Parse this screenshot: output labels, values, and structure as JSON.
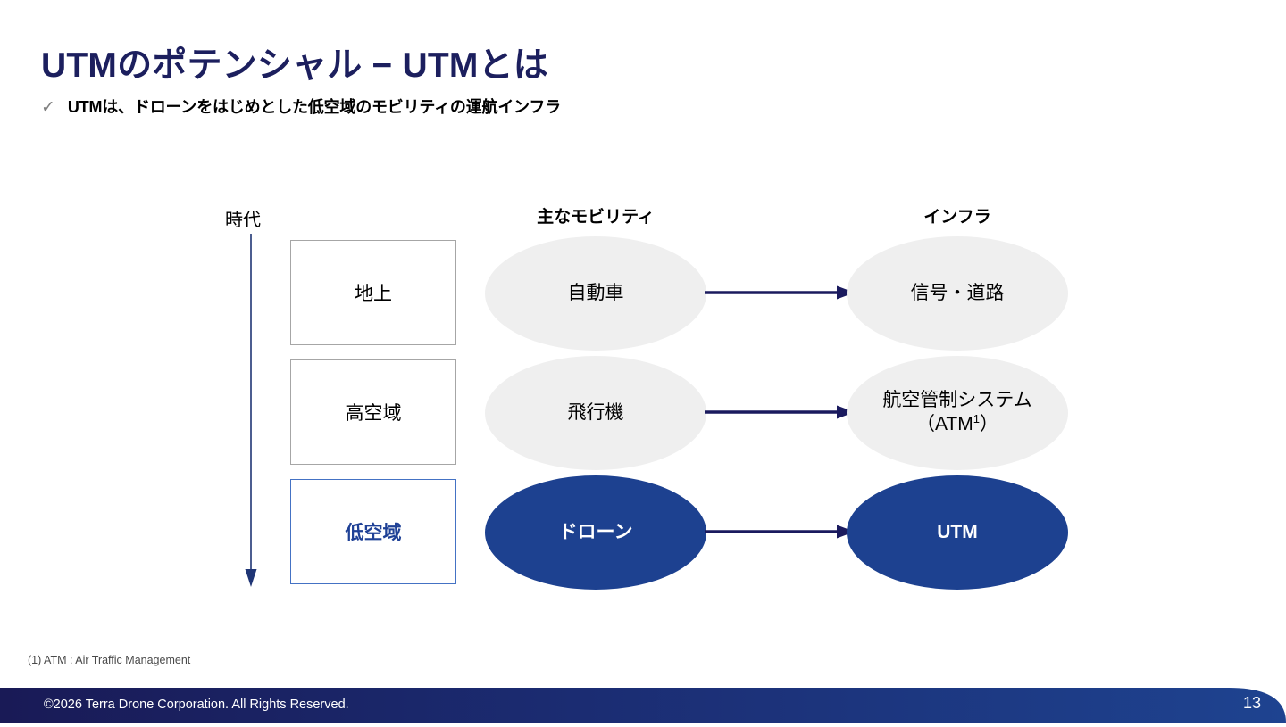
{
  "slide": {
    "title": "UTMのポテンシャル − UTMとは",
    "subtitle": {
      "check_icon": "check-icon",
      "text": "UTMは、ドローンをはじめとした低空域のモビリティの運航インフラ"
    }
  },
  "diagram": {
    "headers": {
      "era": "時代",
      "mobility": "主なモビリティ",
      "infrastructure": "インフラ"
    },
    "rows": [
      {
        "era": "地上",
        "mobility": "自動車",
        "infrastructure": "信号・道路",
        "infrastructure_footnote": "",
        "highlighted": false
      },
      {
        "era": "高空域",
        "mobility": "飛行機",
        "infrastructure_line1": "航空管制システム",
        "infrastructure_line2_prefix": "（ATM",
        "infrastructure_line2_sup": "1",
        "infrastructure_line2_suffix": "）",
        "highlighted": false
      },
      {
        "era": "低空域",
        "mobility": "ドローン",
        "infrastructure": "UTM",
        "highlighted": true
      }
    ],
    "timeline_arrow_icon": "down-arrow-icon",
    "flow_arrow_icon": "right-arrow-icon"
  },
  "footnote": "(1)  ATM : Air Traffic Management",
  "footer": {
    "copyright": "©2026 Terra Drone Corporation. All Rights Reserved.",
    "page_number": "13"
  },
  "colors": {
    "title_navy": "#1c1f5e",
    "accent_blue": "#1d4190",
    "highlight_border": "#4472c4",
    "ellipse_gray": "#efefef",
    "arrow_navy": "#1a1a5e",
    "footer_dark": "#191a56",
    "footer_light": "#1e4390"
  }
}
